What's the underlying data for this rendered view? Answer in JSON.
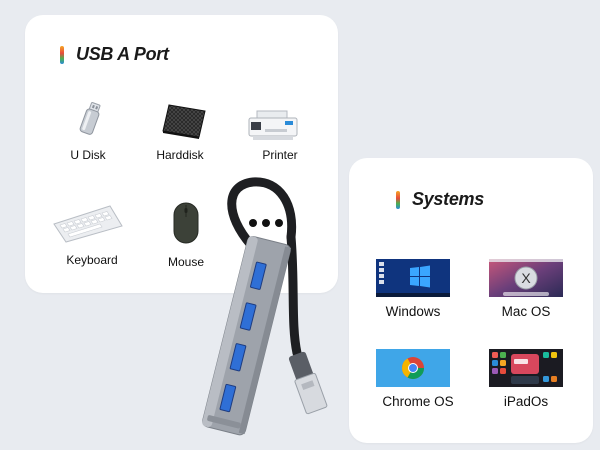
{
  "usb_card": {
    "title": "USB A Port",
    "items": [
      {
        "label": "U Disk",
        "icon": "usb-flash-drive-icon"
      },
      {
        "label": "Harddisk",
        "icon": "hard-disk-icon"
      },
      {
        "label": "Printer",
        "icon": "printer-icon"
      },
      {
        "label": "Keyboard",
        "icon": "keyboard-icon"
      },
      {
        "label": "Mouse",
        "icon": "mouse-icon"
      }
    ],
    "more_icon": "ellipsis-icon"
  },
  "systems_card": {
    "title": "Systems",
    "items": [
      {
        "label": "Windows",
        "icon": "windows-desktop-thumbnail"
      },
      {
        "label": "Mac OS",
        "icon": "macos-desktop-thumbnail"
      },
      {
        "label": "Chrome OS",
        "icon": "chrome-logo-thumbnail"
      },
      {
        "label": "iPadOs",
        "icon": "ipados-screen-thumbnail"
      }
    ]
  },
  "colors": {
    "background": "#e8ebf0",
    "card": "#ffffff",
    "hub_body": "#9ea3ab",
    "usb_port_blue": "#2f6fd6"
  }
}
